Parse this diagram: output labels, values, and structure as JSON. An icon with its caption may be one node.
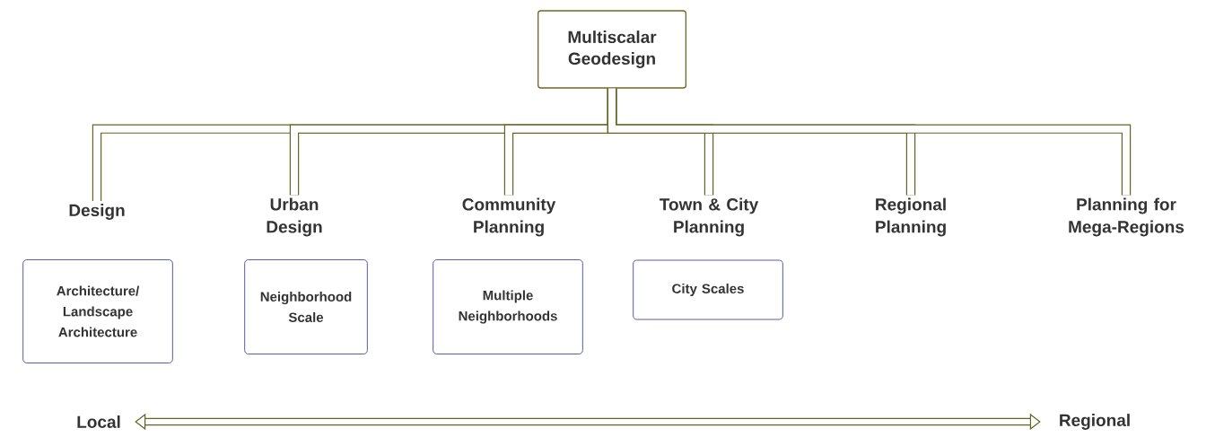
{
  "diagram": {
    "nodes": [
      {
        "text": [
          "Multiscalar Geodesign"
        ]
      },
      {
        "text": [
          "Design"
        ]
      },
      {
        "text": [
          "Urban Design"
        ]
      },
      {
        "text": [
          "Community Planning"
        ]
      },
      {
        "text": [
          "Town & City Planning"
        ]
      },
      {
        "text": [
          "Regional Planning"
        ]
      },
      {
        "text": [
          "Planning for Mega-Regions"
        ]
      },
      {
        "text": [
          "Architecture/ Landscape Architecture"
        ]
      },
      {
        "text": [
          "Neighborhood Scale"
        ]
      },
      {
        "text": [
          "Multiple Neighborhoods"
        ]
      },
      {
        "text": [
          "City Scales"
        ]
      },
      {
        "text": [
          "Local"
        ]
      },
      {
        "text": [
          "Regional"
        ]
      }
    ],
    "edges": [
      {
        "from": 0,
        "to": 1,
        "arrow": "none"
      },
      {
        "from": 0,
        "to": 2,
        "arrow": "none"
      },
      {
        "from": 0,
        "to": 3,
        "arrow": "none"
      },
      {
        "from": 0,
        "to": 4,
        "arrow": "none"
      },
      {
        "from": 0,
        "to": 5,
        "arrow": "none"
      },
      {
        "from": 0,
        "to": 6,
        "arrow": "none"
      },
      {
        "from": 11,
        "to": 12,
        "arrow": "both"
      }
    ]
  }
}
